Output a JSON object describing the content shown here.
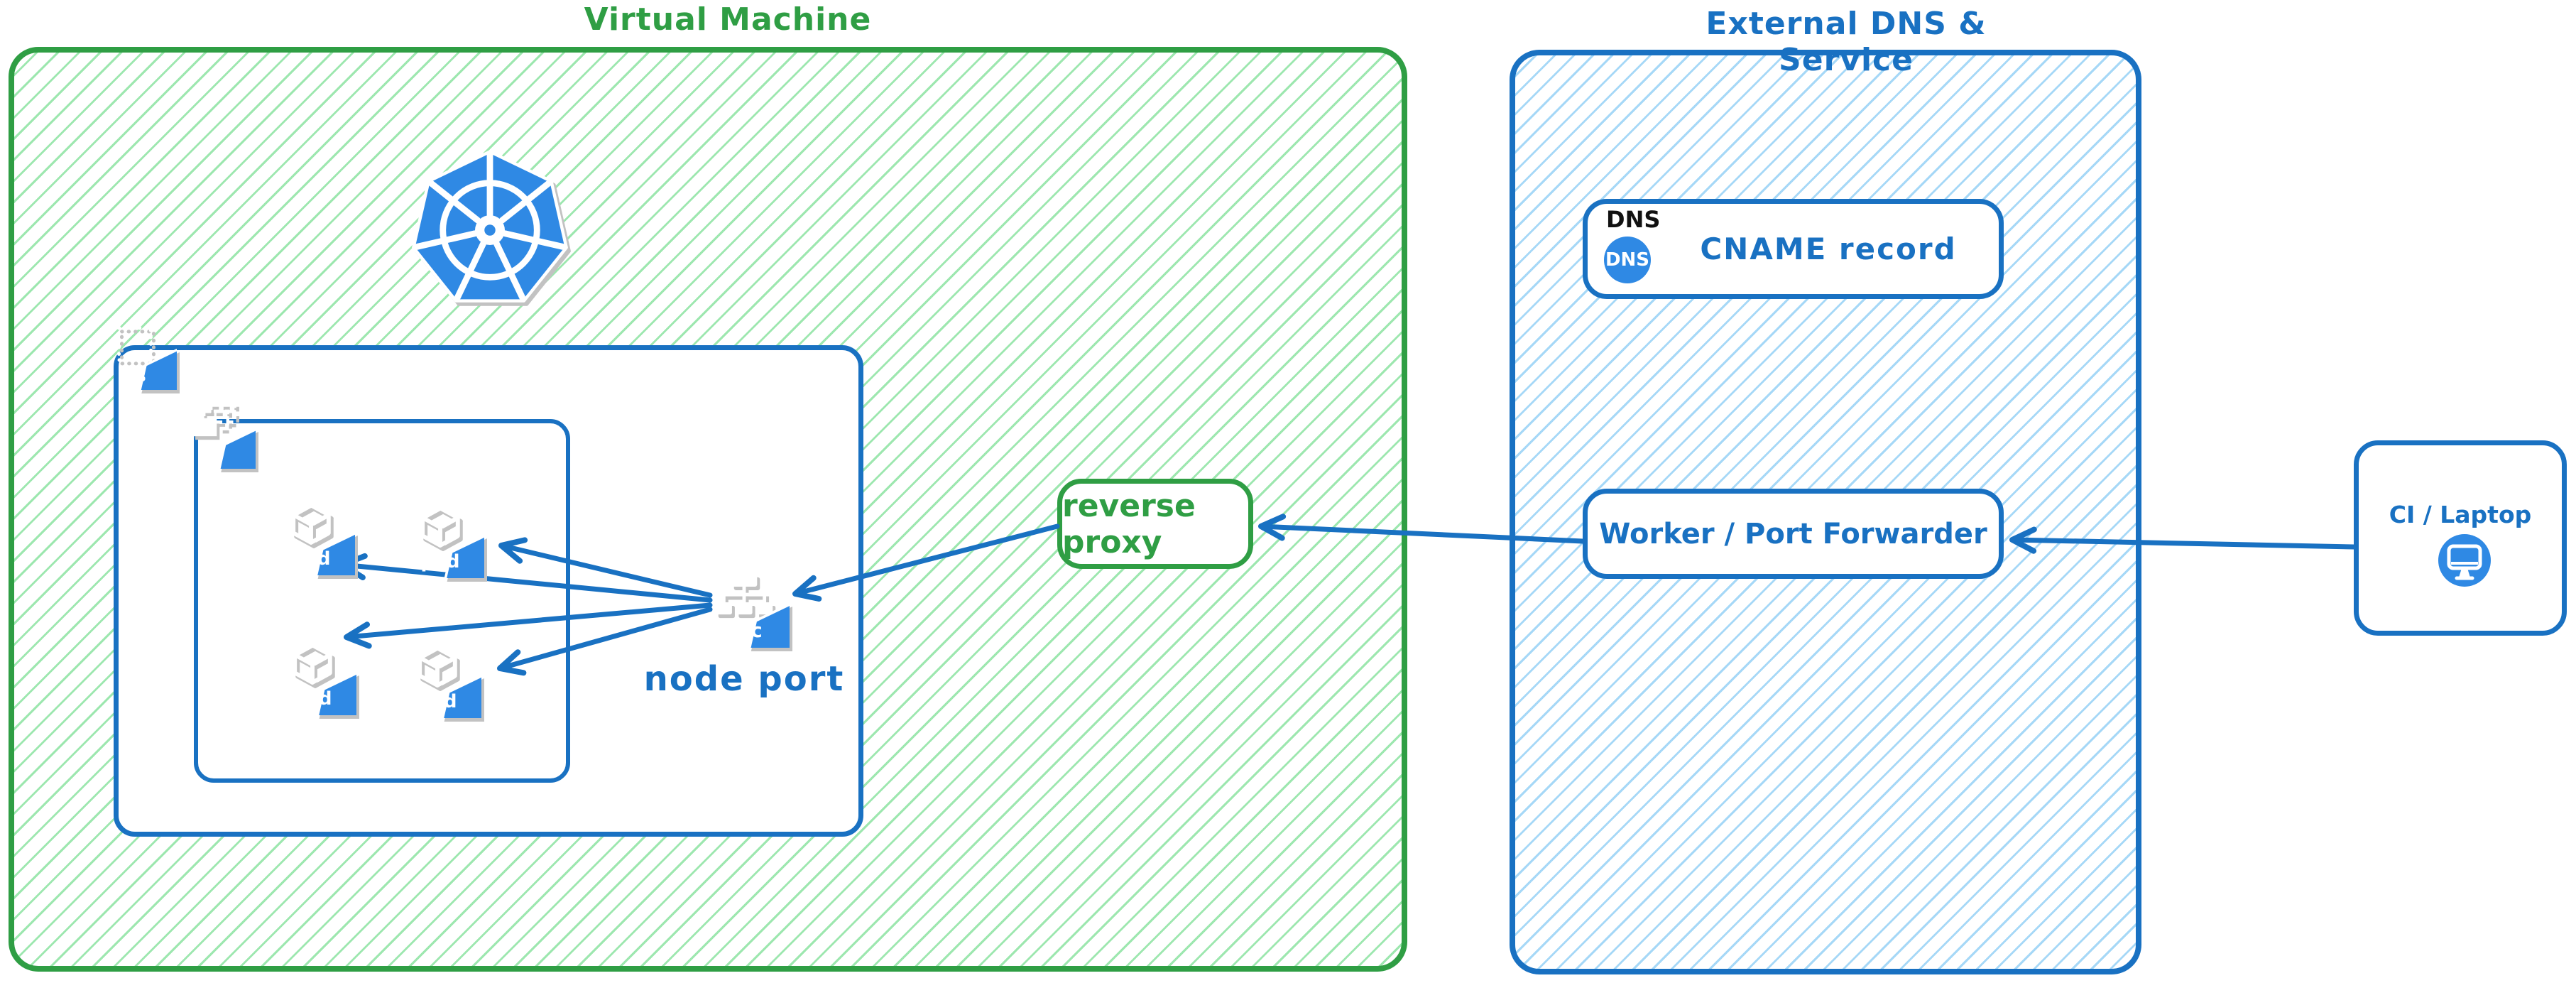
{
  "diagram": {
    "virtual_machine": {
      "title": "Virtual Machine"
    },
    "external_dns": {
      "title": "External DNS & Service"
    },
    "kubernetes": {
      "namespace_label": "ns",
      "replicaset_label": "rs",
      "pod_label": "pod",
      "pod_count": 4,
      "service_label": "svc",
      "node_port_label": "node port"
    },
    "reverse_proxy": {
      "label": "reverse proxy"
    },
    "dns": {
      "group_label": "DNS",
      "badge_label": "DNS",
      "record_label": "CNAME record"
    },
    "worker": {
      "label": "Worker / Port Forwarder"
    },
    "ci": {
      "label": "CI / Laptop"
    },
    "edges": [
      {
        "from": "svc (node port)",
        "to": "pod 1"
      },
      {
        "from": "svc (node port)",
        "to": "pod 2"
      },
      {
        "from": "svc (node port)",
        "to": "pod 3"
      },
      {
        "from": "svc (node port)",
        "to": "pod 4"
      },
      {
        "from": "reverse proxy",
        "to": "svc (node port)"
      },
      {
        "from": "Worker / Port Forwarder",
        "to": "reverse proxy"
      },
      {
        "from": "CI / Laptop",
        "to": "Worker / Port Forwarder"
      }
    ],
    "colors": {
      "green_stroke": "#2f9e44",
      "green_hatch": "#9de7af",
      "blue_stroke": "#1971c2",
      "blue_hatch": "#a6d8f7",
      "icon_blue": "#2f89e4",
      "text_black": "#111111",
      "canvas": "#ffffff"
    }
  }
}
